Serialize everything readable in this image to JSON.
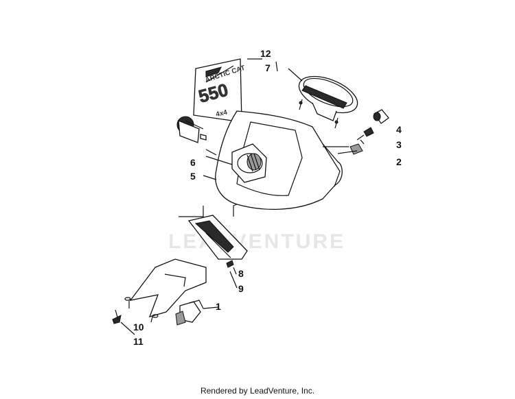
{
  "watermark": "LEADVENTURE",
  "decal": {
    "brand": "ARCTIC CAT",
    "model": "550",
    "drive": "4x4"
  },
  "callouts": {
    "c1": "1",
    "c2": "2",
    "c3": "3",
    "c4": "4",
    "c5": "5",
    "c6": "6",
    "c7": "7",
    "c8": "8",
    "c9": "9",
    "c10": "10",
    "c11": "11",
    "c12": "12"
  },
  "footer": "Rendered by LeadVenture, Inc."
}
